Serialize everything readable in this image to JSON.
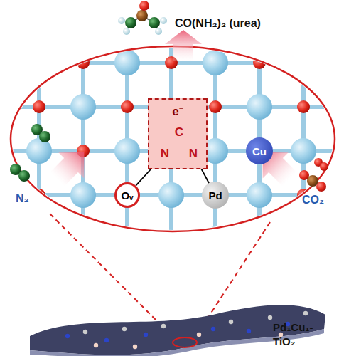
{
  "diagram": {
    "nodes": [
      {
        "text": [
          "e⁻"
        ]
      },
      {
        "text": [
          "C"
        ],
        "in": 0
      },
      {
        "text": [
          "N"
        ],
        "in": 0
      },
      {
        "text": [
          "N"
        ],
        "in": 0
      },
      {
        "text": [
          "Oᵥ"
        ]
      },
      {
        "text": [
          "Pd"
        ]
      },
      {
        "text": [
          "Cu"
        ]
      }
    ],
    "edges": [
      {
        "from": 1,
        "to": 2,
        "arrow": "none"
      },
      {
        "from": 1,
        "to": 3,
        "arrow": "none"
      },
      {
        "from": 2,
        "to": 4,
        "arrow": "none"
      },
      {
        "from": 3,
        "to": 5,
        "arrow": "none"
      }
    ],
    "labels": [
      "CO(NH₂)₂ (urea)",
      "N₂",
      "CO₂",
      "Pd₁Cu₁- TiO₂"
    ]
  }
}
